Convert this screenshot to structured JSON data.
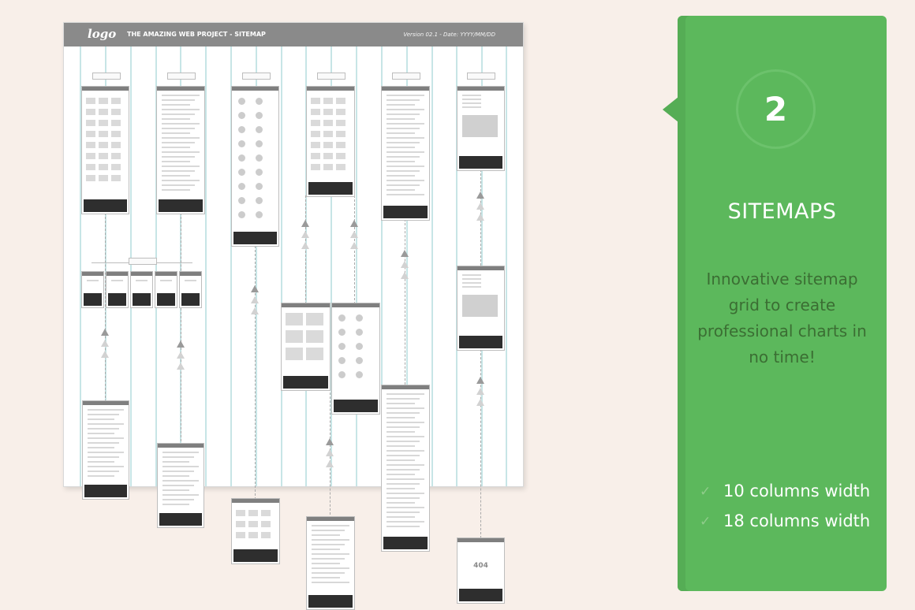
{
  "board": {
    "logo": "logo",
    "title": "THE AMAZING WEB PROJECT - SITEMAP",
    "version": "Version 02.1 - Date: YYYY/MM/DD",
    "error_page_code": "404"
  },
  "card": {
    "number": "2",
    "title": "SITEMAPS",
    "description": "Innovative sitemap grid to create professional charts in no time!",
    "features": [
      {
        "icon": "check-icon",
        "label": "10 columns width"
      },
      {
        "icon": "check-icon",
        "label": "18 columns width"
      }
    ],
    "colors": {
      "card": "#5cb85c",
      "card_shade": "#55ad55",
      "grid_line": "#c7e5e6",
      "header": "#8a8a8a"
    }
  }
}
